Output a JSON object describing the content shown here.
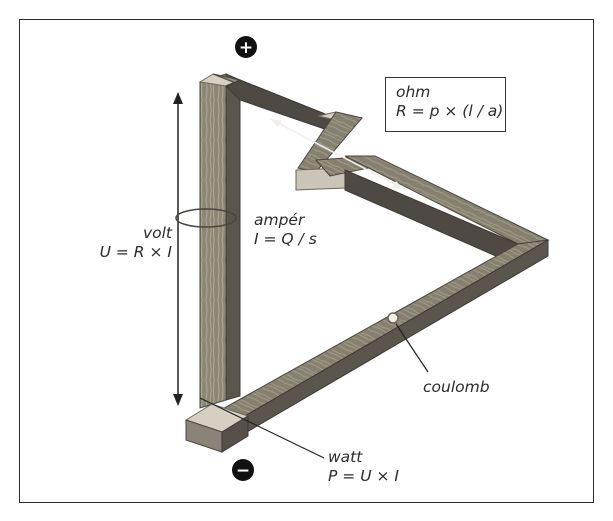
{
  "terminals": {
    "positive_symbol": "+",
    "negative_symbol": "−"
  },
  "labels": {
    "ohm": {
      "name": "ohm",
      "formula": "R = p × (l / a)"
    },
    "volt": {
      "name": "volt",
      "formula": "U = R × I"
    },
    "ampere": {
      "name": "ampér",
      "formula": "I = Q / s"
    },
    "coulomb": {
      "name": "coulomb"
    },
    "watt": {
      "name": "watt",
      "formula": "P = U × I"
    }
  },
  "colors": {
    "frame_border": "#2a2a2a",
    "wood_top": "#8a8478",
    "wood_side": "#55504a",
    "wood_edge": "#cfc9bd",
    "text": "#2b2b2b"
  }
}
